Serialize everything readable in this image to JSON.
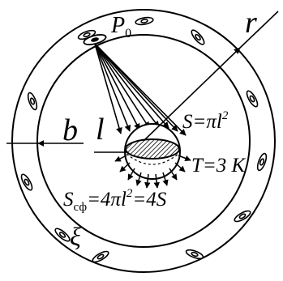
{
  "labels": {
    "p0_main": "P",
    "p0_sub": "0",
    "r": "r",
    "b": "b",
    "l": "l",
    "s_eq_main": "S=πl",
    "s_eq_sup": "2",
    "t_eq": "T=3 K",
    "scf_main": "S",
    "scf_sub": "сф",
    "scf_eq_a": "=4πl",
    "scf_sup": "2",
    "scf_eq_b": "=4S",
    "xi": "ξ"
  }
}
